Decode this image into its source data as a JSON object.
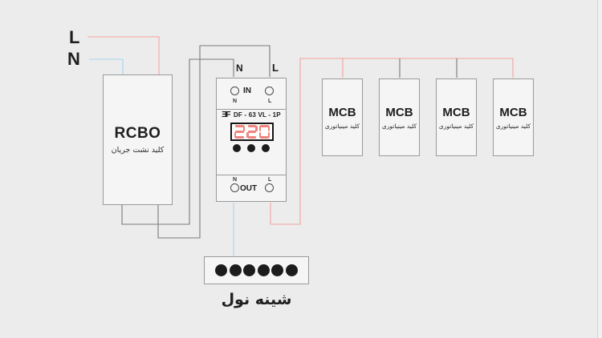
{
  "diagram": {
    "supply": {
      "line_label": "L",
      "neutral_label": "N"
    },
    "rcbo": {
      "title": "RCBO",
      "subtitle": "کلید نشت جریان"
    },
    "protector": {
      "top_neutral_label": "N",
      "top_line_label": "L",
      "in_label": "IN",
      "in_neutral_label": "N",
      "in_line_label": "L",
      "brand_logo": "ƎF",
      "model": "DF - 63 VL - 1P",
      "display_value": "220",
      "indicator_dot_count": 3,
      "out_label": "OUT",
      "out_neutral_label": "N",
      "out_line_label": "L"
    },
    "mcbs": [
      {
        "title": "MCB",
        "subtitle": "کلید مینیاتوری"
      },
      {
        "title": "MCB",
        "subtitle": "کلید مینیاتوری"
      },
      {
        "title": "MCB",
        "subtitle": "کلید مینیاتوری"
      },
      {
        "title": "MCB",
        "subtitle": "کلید مینیاتوری"
      }
    ],
    "neutral_bus": {
      "label": "شینه نول",
      "terminal_count": 6
    }
  },
  "colors": {
    "line_wire": "#F2A3A0",
    "neutral_wire": "#A9D3EE",
    "load_wire": "#7A7A7A",
    "display_digit": "#F0837C",
    "background": "#ECECEC",
    "box_fill": "#F5F5F5",
    "box_border": "#9A9A9A"
  }
}
